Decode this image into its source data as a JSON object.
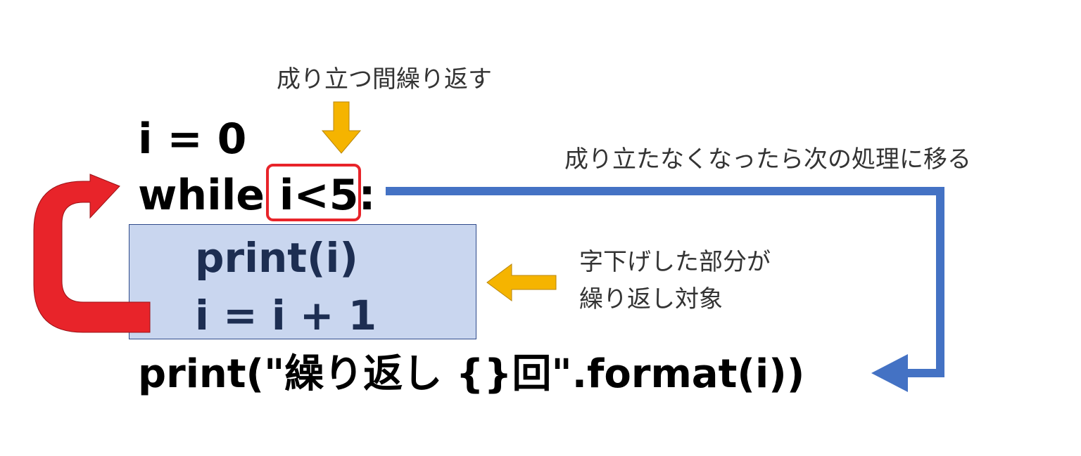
{
  "code": {
    "line1": "i = 0",
    "line2_keyword": "while",
    "line2_condition": "i<5",
    "line2_colon": ":",
    "body_line1": "print(i)",
    "body_line2": "i = i + 1",
    "line_last": "print(\"繰り返し {}回\".format(i))"
  },
  "annotations": {
    "condition_note": "成り立つ間繰り返す",
    "exit_note": "成り立たなくなったら次の処理に移る",
    "body_note_line1": "字下げした部分が",
    "body_note_line2": "繰り返し対象"
  },
  "colors": {
    "loop_arrow": "#e8242a",
    "exit_arrow": "#4472c4",
    "pointer_arrow": "#f5b400",
    "body_fill": "#c9d6ef",
    "condition_box": "#e8242a"
  }
}
